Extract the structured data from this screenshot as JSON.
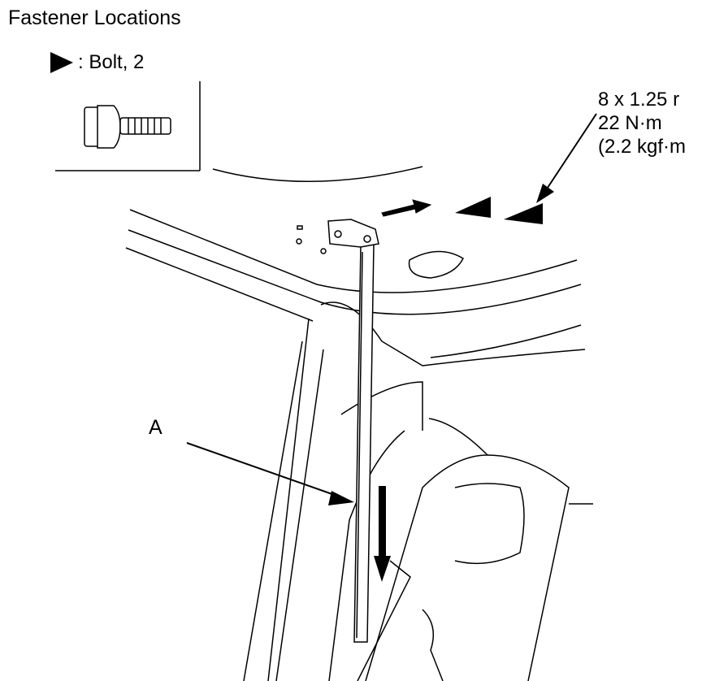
{
  "title": "Fastener Locations",
  "legend": {
    "symbol": "triangle-bolt-marker-icon",
    "label": ": Bolt, 2"
  },
  "spec": {
    "line1": "8 x 1.25 r",
    "line2": "22 N·m",
    "line3": "(2.2 kgf·m"
  },
  "callout": {
    "label": "A"
  }
}
